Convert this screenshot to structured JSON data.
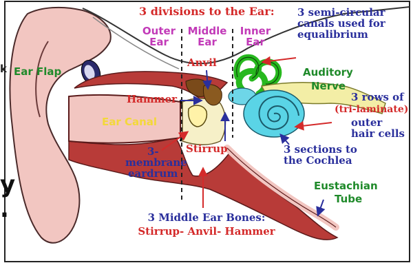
{
  "colors": {
    "title": "#d42a2a",
    "divisions": "#c23ab8",
    "annotation_blue": "#2a2f9c",
    "annotation_red": "#d42a2a",
    "semicircular_canals": "#27b81e",
    "cochlea": "#5ad4e6",
    "nerve": "#f3eea6",
    "skin": "#f2c6c1",
    "tissue": "#b83b38"
  },
  "title": "3 divisions to the Ear:",
  "divisions": {
    "outer": "Outer Ear",
    "middle": "Middle Ear",
    "inner": "Inner Ear"
  },
  "labels": {
    "ear_flap": "Ear Flap",
    "ear_canal": "Ear Canal",
    "hammer": "Hammer",
    "anvil": "Anvil",
    "stirrup": "Stirrup",
    "auditory": "Auditory",
    "nerve": "Nerve",
    "eustachian": "Eustachian",
    "tube": "Tube"
  },
  "annotations": {
    "semicircular": [
      "3 semi-circular",
      "canals used for",
      "equalibrium"
    ],
    "rows_title": "3 rows of",
    "rows_sub": "(tri-laminate)",
    "rows_rest": [
      "outer",
      "hair cells"
    ],
    "cochlea": [
      "3 sections to",
      "the Cochlea"
    ],
    "eardrum": [
      "3-",
      "membrane",
      "eardrum"
    ],
    "bones_title": "3 Middle Ear Bones:",
    "bones_list": "Stirrup- Anvil- Hammer"
  },
  "edge_fragments": {
    "left_top": "k",
    "left_letter": "y",
    "left_dot": "."
  }
}
